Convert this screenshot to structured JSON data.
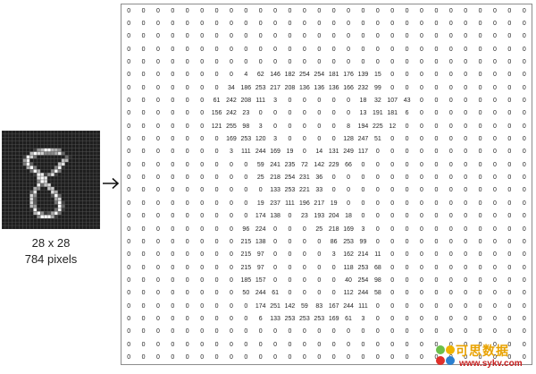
{
  "caption": {
    "dimensions": "28 x 28",
    "pixel_count": "784 pixels"
  },
  "logo": {
    "title": "可思数据",
    "url": "www.sykv.com"
  },
  "matrix": [
    [
      0,
      0,
      0,
      0,
      0,
      0,
      0,
      0,
      0,
      0,
      0,
      0,
      0,
      0,
      0,
      0,
      0,
      0,
      0,
      0,
      0,
      0,
      0,
      0,
      0,
      0,
      0,
      0
    ],
    [
      0,
      0,
      0,
      0,
      0,
      0,
      0,
      0,
      0,
      0,
      0,
      0,
      0,
      0,
      0,
      0,
      0,
      0,
      0,
      0,
      0,
      0,
      0,
      0,
      0,
      0,
      0,
      0
    ],
    [
      0,
      0,
      0,
      0,
      0,
      0,
      0,
      0,
      0,
      0,
      0,
      0,
      0,
      0,
      0,
      0,
      0,
      0,
      0,
      0,
      0,
      0,
      0,
      0,
      0,
      0,
      0,
      0
    ],
    [
      0,
      0,
      0,
      0,
      0,
      0,
      0,
      0,
      0,
      0,
      0,
      0,
      0,
      0,
      0,
      0,
      0,
      0,
      0,
      0,
      0,
      0,
      0,
      0,
      0,
      0,
      0,
      0
    ],
    [
      0,
      0,
      0,
      0,
      0,
      0,
      0,
      0,
      0,
      0,
      0,
      0,
      0,
      0,
      0,
      0,
      0,
      0,
      0,
      0,
      0,
      0,
      0,
      0,
      0,
      0,
      0,
      0
    ],
    [
      0,
      0,
      0,
      0,
      0,
      0,
      0,
      0,
      4,
      62,
      146,
      182,
      254,
      254,
      181,
      176,
      139,
      15,
      0,
      0,
      0,
      0,
      0,
      0,
      0,
      0,
      0,
      0
    ],
    [
      0,
      0,
      0,
      0,
      0,
      0,
      0,
      34,
      186,
      253,
      217,
      208,
      136,
      136,
      136,
      166,
      232,
      99,
      0,
      0,
      0,
      0,
      0,
      0,
      0,
      0,
      0,
      0
    ],
    [
      0,
      0,
      0,
      0,
      0,
      0,
      61,
      242,
      208,
      111,
      3,
      0,
      0,
      0,
      0,
      0,
      18,
      32,
      107,
      43,
      0,
      0,
      0,
      0,
      0,
      0,
      0,
      0
    ],
    [
      0,
      0,
      0,
      0,
      0,
      0,
      156,
      242,
      23,
      0,
      0,
      0,
      0,
      0,
      0,
      0,
      13,
      191,
      181,
      6,
      0,
      0,
      0,
      0,
      0,
      0,
      0,
      0
    ],
    [
      0,
      0,
      0,
      0,
      0,
      0,
      121,
      255,
      98,
      3,
      0,
      0,
      0,
      0,
      0,
      8,
      194,
      225,
      12,
      0,
      0,
      0,
      0,
      0,
      0,
      0,
      0,
      0
    ],
    [
      0,
      0,
      0,
      0,
      0,
      0,
      0,
      169,
      253,
      120,
      3,
      0,
      0,
      0,
      0,
      128,
      247,
      51,
      0,
      0,
      0,
      0,
      0,
      0,
      0,
      0,
      0,
      0
    ],
    [
      0,
      0,
      0,
      0,
      0,
      0,
      0,
      3,
      111,
      244,
      169,
      19,
      0,
      14,
      131,
      249,
      117,
      0,
      0,
      0,
      0,
      0,
      0,
      0,
      0,
      0,
      0,
      0
    ],
    [
      0,
      0,
      0,
      0,
      0,
      0,
      0,
      0,
      0,
      59,
      241,
      235,
      72,
      142,
      229,
      66,
      0,
      0,
      0,
      0,
      0,
      0,
      0,
      0,
      0,
      0,
      0,
      0
    ],
    [
      0,
      0,
      0,
      0,
      0,
      0,
      0,
      0,
      0,
      25,
      218,
      254,
      231,
      36,
      0,
      0,
      0,
      0,
      0,
      0,
      0,
      0,
      0,
      0,
      0,
      0,
      0,
      0
    ],
    [
      0,
      0,
      0,
      0,
      0,
      0,
      0,
      0,
      0,
      0,
      133,
      253,
      221,
      33,
      0,
      0,
      0,
      0,
      0,
      0,
      0,
      0,
      0,
      0,
      0,
      0,
      0,
      0
    ],
    [
      0,
      0,
      0,
      0,
      0,
      0,
      0,
      0,
      0,
      19,
      237,
      111,
      196,
      217,
      19,
      0,
      0,
      0,
      0,
      0,
      0,
      0,
      0,
      0,
      0,
      0,
      0,
      0
    ],
    [
      0,
      0,
      0,
      0,
      0,
      0,
      0,
      0,
      0,
      174,
      138,
      0,
      23,
      193,
      204,
      18,
      0,
      0,
      0,
      0,
      0,
      0,
      0,
      0,
      0,
      0,
      0,
      0
    ],
    [
      0,
      0,
      0,
      0,
      0,
      0,
      0,
      0,
      96,
      224,
      0,
      0,
      0,
      25,
      218,
      169,
      3,
      0,
      0,
      0,
      0,
      0,
      0,
      0,
      0,
      0,
      0,
      0
    ],
    [
      0,
      0,
      0,
      0,
      0,
      0,
      0,
      0,
      215,
      138,
      0,
      0,
      0,
      0,
      86,
      253,
      99,
      0,
      0,
      0,
      0,
      0,
      0,
      0,
      0,
      0,
      0,
      0
    ],
    [
      0,
      0,
      0,
      0,
      0,
      0,
      0,
      0,
      215,
      97,
      0,
      0,
      0,
      0,
      3,
      162,
      214,
      11,
      0,
      0,
      0,
      0,
      0,
      0,
      0,
      0,
      0,
      0
    ],
    [
      0,
      0,
      0,
      0,
      0,
      0,
      0,
      0,
      215,
      97,
      0,
      0,
      0,
      0,
      0,
      118,
      253,
      68,
      0,
      0,
      0,
      0,
      0,
      0,
      0,
      0,
      0,
      0
    ],
    [
      0,
      0,
      0,
      0,
      0,
      0,
      0,
      0,
      185,
      157,
      0,
      0,
      0,
      0,
      0,
      40,
      254,
      98,
      0,
      0,
      0,
      0,
      0,
      0,
      0,
      0,
      0,
      0
    ],
    [
      0,
      0,
      0,
      0,
      0,
      0,
      0,
      0,
      50,
      244,
      61,
      0,
      0,
      0,
      0,
      112,
      244,
      58,
      0,
      0,
      0,
      0,
      0,
      0,
      0,
      0,
      0,
      0
    ],
    [
      0,
      0,
      0,
      0,
      0,
      0,
      0,
      0,
      0,
      174,
      251,
      142,
      59,
      83,
      167,
      244,
      111,
      0,
      0,
      0,
      0,
      0,
      0,
      0,
      0,
      0,
      0,
      0
    ],
    [
      0,
      0,
      0,
      0,
      0,
      0,
      0,
      0,
      0,
      6,
      133,
      253,
      253,
      253,
      169,
      61,
      3,
      0,
      0,
      0,
      0,
      0,
      0,
      0,
      0,
      0,
      0,
      0
    ],
    [
      0,
      0,
      0,
      0,
      0,
      0,
      0,
      0,
      0,
      0,
      0,
      0,
      0,
      0,
      0,
      0,
      0,
      0,
      0,
      0,
      0,
      0,
      0,
      0,
      0,
      0,
      0,
      0
    ],
    [
      0,
      0,
      0,
      0,
      0,
      0,
      0,
      0,
      0,
      0,
      0,
      0,
      0,
      0,
      0,
      0,
      0,
      0,
      0,
      0,
      0,
      0,
      0,
      0,
      0,
      0,
      0,
      0
    ],
    [
      0,
      0,
      0,
      0,
      0,
      0,
      0,
      0,
      0,
      0,
      0,
      0,
      0,
      0,
      0,
      0,
      0,
      0,
      0,
      0,
      0,
      0,
      0,
      0,
      0,
      0,
      0,
      0
    ]
  ]
}
